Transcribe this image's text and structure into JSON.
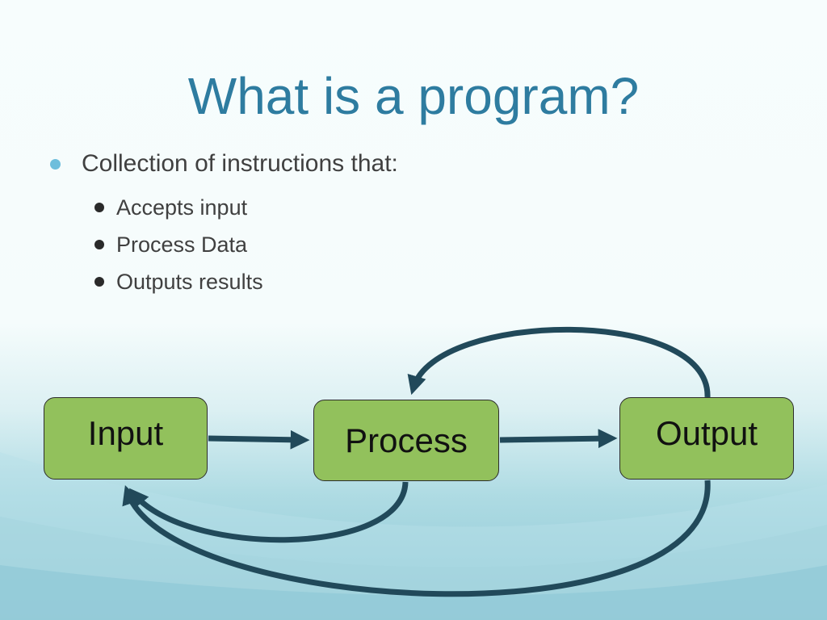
{
  "slide": {
    "title": "What is a program?",
    "bullet": "Collection of instructions that:",
    "sub_bullets": [
      "Accepts input",
      "Process Data",
      "Outputs results"
    ]
  },
  "diagram": {
    "nodes": [
      {
        "id": "input",
        "label": "Input"
      },
      {
        "id": "process",
        "label": "Process"
      },
      {
        "id": "output",
        "label": "Output"
      }
    ],
    "edges": [
      {
        "from": "input",
        "to": "process"
      },
      {
        "from": "process",
        "to": "output"
      },
      {
        "from": "output",
        "to": "process"
      },
      {
        "from": "process",
        "to": "input"
      },
      {
        "from": "output",
        "to": "input"
      }
    ]
  },
  "colors": {
    "title": "#2e7ca0",
    "box_fill": "#92c15c",
    "arrow": "#21495a",
    "bullet_primary": "#6ebedc"
  }
}
